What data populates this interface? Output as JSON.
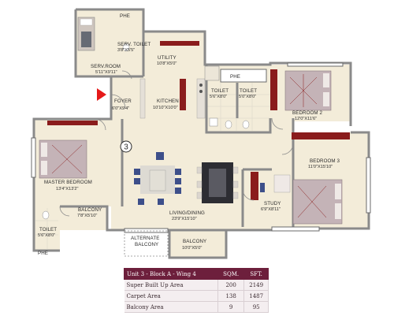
{
  "unit_number": "3",
  "rooms": {
    "phe_top": "PHE",
    "serv_toilet": {
      "name": "SERV. TOILET",
      "dim": "3'8\"X5'5\""
    },
    "serv_room": {
      "name": "SERV.ROOM",
      "dim": "5'11\"X9'11\""
    },
    "utility": {
      "name": "UTILITY",
      "dim": "10'8\"X5'0\""
    },
    "phe_mid": "PHE",
    "foyer": {
      "name": "FOYER",
      "dim": "6'0\"X9'4\""
    },
    "kitchen": {
      "name": "KITCHEN",
      "dim": "10'10\"X10'0\""
    },
    "toilet_a": {
      "name": "TOILET",
      "dim": "5'6\"X8'0\""
    },
    "toilet_b": {
      "name": "TOILET",
      "dim": "5'0\"X8'0\""
    },
    "bedroom2": {
      "name": "BEDROOM 2",
      "dim": "12'0\"X11'6\""
    },
    "bedroom3": {
      "name": "BEDROOM 3",
      "dim": "11'0\"X15'10\""
    },
    "master_bedroom": {
      "name": "MASTER BEDROOM",
      "dim": "13'4\"X13'2\""
    },
    "balcony_left": {
      "name": "BALCONY",
      "dim": "7'8\"X5'10\""
    },
    "toilet_left": {
      "name": "TOILET",
      "dim": "5'6\"X8'0\""
    },
    "phe_bottom": "PHE",
    "living_dining": {
      "name": "LIVING/DINING",
      "dim": "23'9\"X15'10\""
    },
    "study": {
      "name": "STUDY",
      "dim": "6'9\"X8'11\""
    },
    "alternate_balcony": {
      "line1": "ALTERNATE",
      "line2": "BALCONY"
    },
    "balcony_bottom": {
      "name": "BALCONY",
      "dim": "10'0\"X5'0\""
    }
  },
  "area_table": {
    "header": [
      "Unit 3 - Block A - Wing 4",
      "SQM.",
      "SFT."
    ],
    "rows": [
      {
        "label": "Super Built Up Area",
        "sqm": "200",
        "sft": "2149"
      },
      {
        "label": "Carpet Area",
        "sqm": "138",
        "sft": "1487"
      },
      {
        "label": "Balcony Area",
        "sqm": "9",
        "sft": "95"
      }
    ]
  },
  "colors": {
    "floor": "#f3ecd9",
    "wall": "#8a8a8a",
    "wood": "#8a1c1c",
    "bed_quilt": "#c4b3b7",
    "sofa": "#3d4f8a",
    "table_header": "#6d1f3c",
    "entry_arrow": "#e51919"
  }
}
